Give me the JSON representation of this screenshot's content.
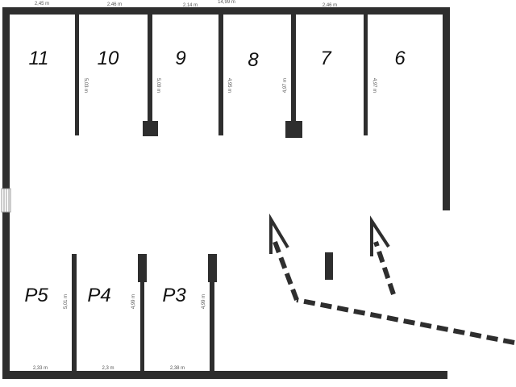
{
  "parking_spots_top": [
    {
      "id": "spot-11",
      "label": "11"
    },
    {
      "id": "spot-10",
      "label": "10"
    },
    {
      "id": "spot-9",
      "label": "9"
    },
    {
      "id": "spot-8",
      "label": "8"
    },
    {
      "id": "spot-7",
      "label": "7"
    },
    {
      "id": "spot-6",
      "label": "6"
    }
  ],
  "parking_spots_bottom": [
    {
      "id": "spot-p5",
      "label": "P5"
    },
    {
      "id": "spot-p4",
      "label": "P4"
    },
    {
      "id": "spot-p3",
      "label": "P3"
    }
  ],
  "dimensions_top": [
    "2,45 m",
    "2,46 m",
    "2,14 m",
    "14,99 m",
    "2,46 m"
  ],
  "dimensions_top_dividers": [
    "5,03 m",
    "5,09 m",
    "4,95 m",
    "4,97 m",
    "4,97 m"
  ],
  "dimensions_bottom": [
    "2,33 m",
    "2,3 m",
    "2,38 m"
  ],
  "dimensions_bottom_dividers": [
    "5,01 m",
    "4,99 m",
    "4,99 m"
  ],
  "colors": {
    "wall": "#2e2e2e",
    "background": "#ffffff",
    "text": "#111111"
  },
  "icons": {
    "entrance_arrows": "dashed-arrow-icon",
    "side_door": "door-icon",
    "pillars": "pillar-icon"
  }
}
